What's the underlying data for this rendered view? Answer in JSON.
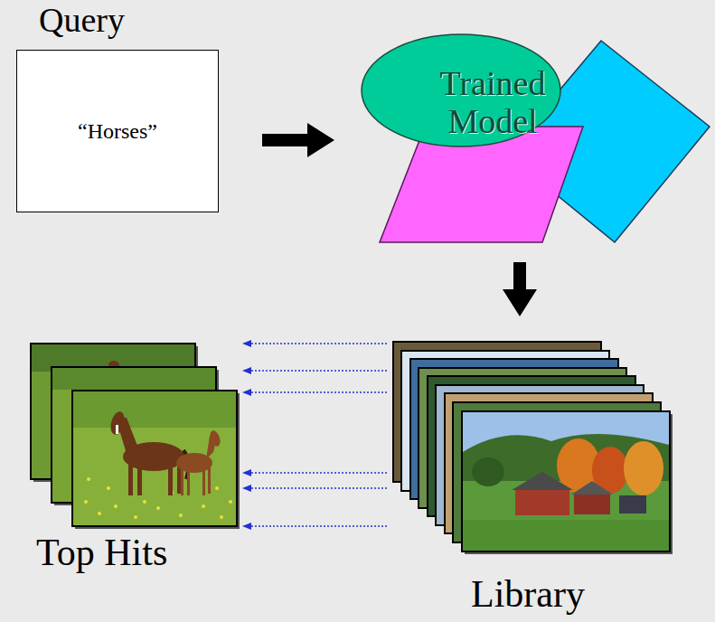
{
  "diagram": {
    "nodes": [
      {
        "text": [
          "Query",
          "“Horses”"
        ]
      },
      {
        "text": [
          "Trained Model"
        ]
      },
      {
        "text": [
          "Top Hits"
        ]
      },
      {
        "text": [
          "Library"
        ]
      }
    ],
    "edges": [
      {
        "from": 0,
        "to": 1,
        "arrow": "to"
      },
      {
        "from": 1,
        "to": 3,
        "arrow": "to"
      },
      {
        "from": 3,
        "to": 2,
        "arrow": "to"
      },
      {
        "from": 3,
        "to": 2,
        "arrow": "to"
      },
      {
        "from": 3,
        "to": 2,
        "arrow": "to"
      },
      {
        "from": 3,
        "to": 2,
        "arrow": "to"
      },
      {
        "from": 3,
        "to": 2,
        "arrow": "to"
      },
      {
        "from": 3,
        "to": 2,
        "arrow": "to"
      }
    ]
  }
}
